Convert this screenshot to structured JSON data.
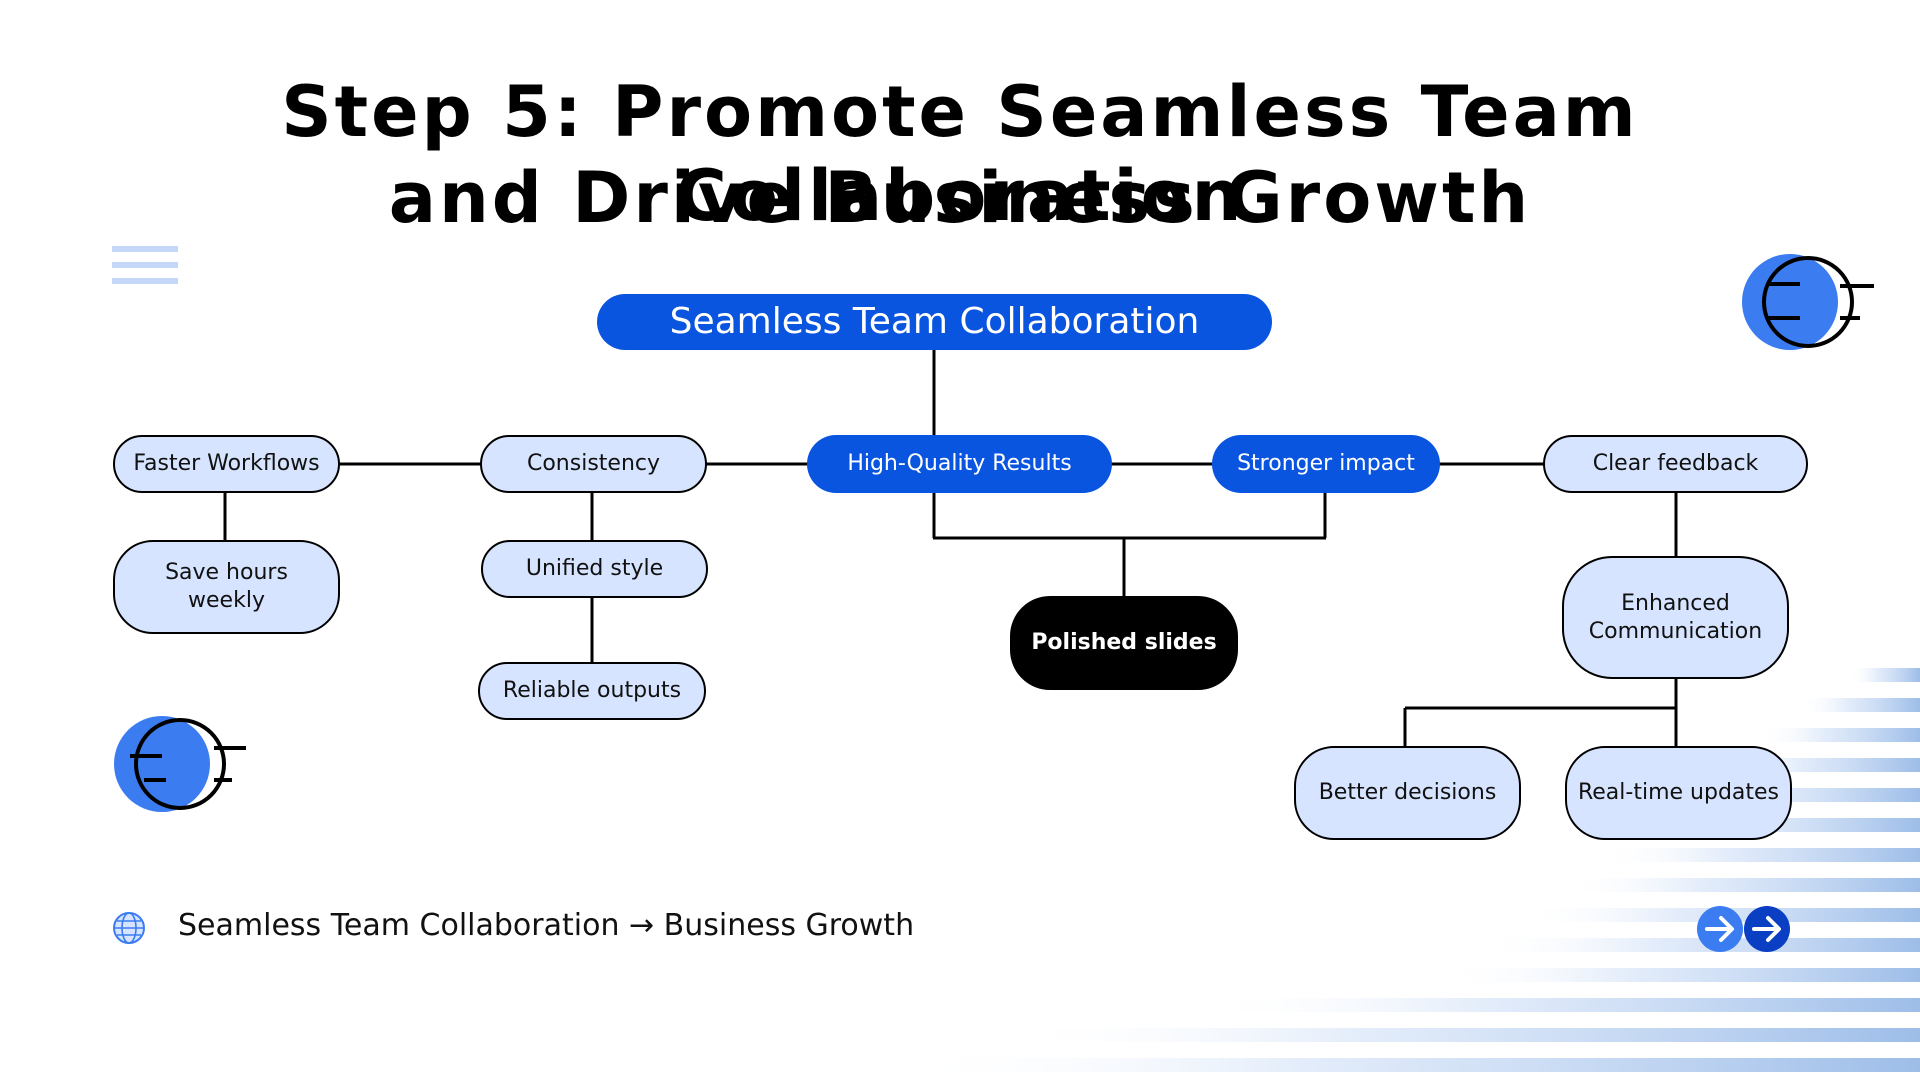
{
  "slide": {
    "title_line1": "Step 5: Promote Seamless Team Collaboration",
    "title_line2": "and Drive Business Growth",
    "footer": "Seamless Team Collaboration → Business Growth"
  },
  "colors": {
    "accent_blue": "#0a55e0",
    "light_blue": "#d6e4ff",
    "dark": "#000000"
  },
  "diagram": {
    "root": "Seamless Team Collaboration",
    "nodes": {
      "faster_workflows": "Faster Workflows",
      "save_hours": "Save hours weekly",
      "consistency": "Consistency",
      "unified_style": "Unified style",
      "reliable_outputs": "Reliable outputs",
      "high_quality": "High-Quality Results",
      "stronger_impact": "Stronger impact",
      "polished_slides": "Polished slides",
      "clear_feedback": "Clear feedback",
      "enhanced_communication": "Enhanced Communication",
      "better_decisions": "Better decisions",
      "real_time_updates": "Real-time updates"
    }
  },
  "icons": {
    "menu": "menu-lines-icon",
    "top_right": "circle-logo-icon",
    "left": "circle-logo-icon",
    "footer": "globe-icon",
    "next": "arrow-right-icon",
    "next2": "arrow-right-icon"
  }
}
